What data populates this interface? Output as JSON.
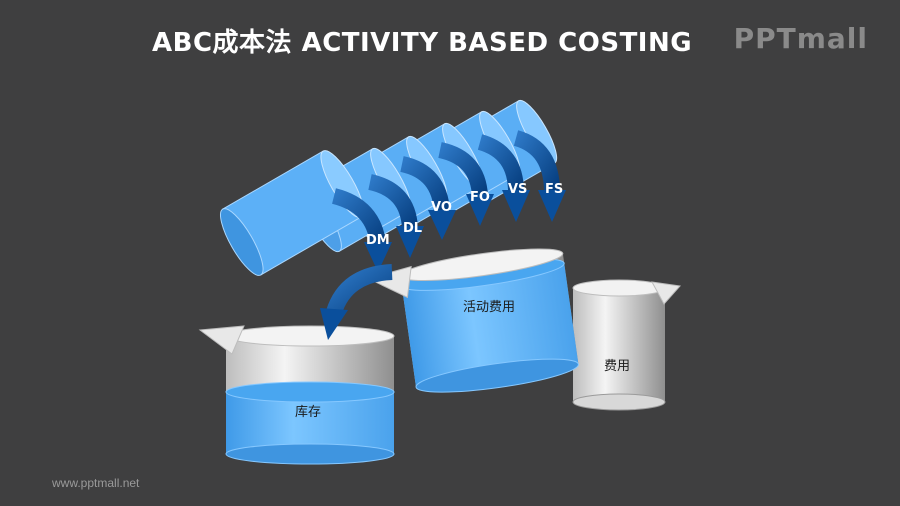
{
  "header": {
    "title": "ABC成本法 ACTIVITY BASED COSTING",
    "logo_text": "PPTmall"
  },
  "footer": {
    "url": "www.pptmall.net"
  },
  "diagram": {
    "cost_drivers": [
      "DM",
      "DL",
      "VO",
      "FO",
      "VS",
      "FS"
    ],
    "containers": {
      "activity": "活动费用",
      "inventory": "库存",
      "expense": "费用"
    }
  },
  "colors": {
    "background": "#3f3f40",
    "blue_fill": "#66b8ff",
    "arrow": "#0a4f9c"
  }
}
